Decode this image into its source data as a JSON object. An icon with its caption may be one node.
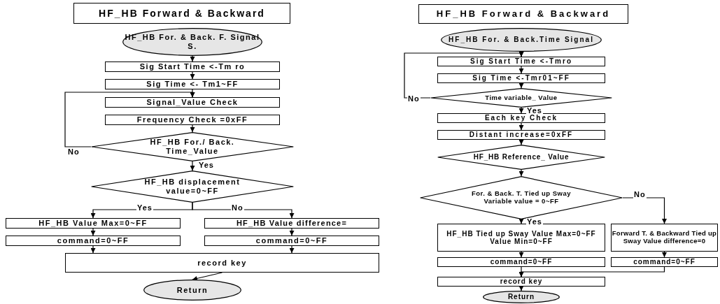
{
  "diagram": {
    "nodes": [
      {
        "text": [
          "HF_HB Forward & Backward"
        ]
      },
      {
        "text": [
          "HF_HB For. & Back. F. Signal S."
        ]
      },
      {
        "text": [
          "Sig Start Time <-Tm ro"
        ]
      },
      {
        "text": [
          "Sig Time <- Tm1~FF"
        ]
      },
      {
        "text": [
          "Signal_Value Check"
        ]
      },
      {
        "text": [
          "Frequency Check =0xFF"
        ]
      },
      {
        "text": [
          "HF_HB For./ Back. Time_Value"
        ]
      },
      {
        "text": [
          "HF_HB displacement value=0~FF"
        ]
      },
      {
        "text": [
          "HF_HB Value Max=0~FF"
        ]
      },
      {
        "text": [
          "HF_HB Value difference="
        ]
      },
      {
        "text": [
          "command=0~FF"
        ]
      },
      {
        "text": [
          "command=0~FF"
        ]
      },
      {
        "text": [
          "record key"
        ]
      },
      {
        "text": [
          "Return"
        ]
      },
      {
        "text": [
          "HF_HB Forward & Backward"
        ]
      },
      {
        "text": [
          "HF_HB For. & Back.Time Signal"
        ]
      },
      {
        "text": [
          "Sig Start Time <-Tmro"
        ]
      },
      {
        "text": [
          "Sig Time <-Tmr01~FF"
        ]
      },
      {
        "text": [
          "Time variable_ Value"
        ]
      },
      {
        "text": [
          "Each key Check"
        ]
      },
      {
        "text": [
          "Distant increase=0xFF"
        ]
      },
      {
        "text": [
          "HF_HB Reference_ Value"
        ]
      },
      {
        "text": [
          "For. & Back. T. Tied up Sway Variable value = 0~FF"
        ]
      },
      {
        "text": [
          "HF_HB Tied up Sway Value Max=0~FF Value Min=0~FF"
        ]
      },
      {
        "text": [
          "Forward T. & Backward Tied up Sway Value difference=0"
        ]
      },
      {
        "text": [
          "command=0~FF"
        ]
      },
      {
        "text": [
          "command=0~FF"
        ]
      },
      {
        "text": [
          "record key"
        ]
      },
      {
        "text": [
          "Return"
        ]
      }
    ],
    "edges": [
      {
        "from": 1,
        "to": 2,
        "arrow": "to"
      },
      {
        "from": 2,
        "to": 3,
        "arrow": "to"
      },
      {
        "from": 3,
        "to": 4,
        "arrow": "to"
      },
      {
        "from": 5,
        "to": 6,
        "arrow": "to"
      },
      {
        "from": 6,
        "to": 4,
        "arrow": "to",
        "label": "No"
      },
      {
        "from": 6,
        "to": 7,
        "arrow": "to",
        "label": "Yes"
      },
      {
        "from": 7,
        "to": 8,
        "arrow": "to",
        "label": "Yes"
      },
      {
        "from": 7,
        "to": 9,
        "arrow": "to",
        "label": "No"
      },
      {
        "from": 8,
        "to": 10,
        "arrow": "to"
      },
      {
        "from": 9,
        "to": 11,
        "arrow": "to"
      },
      {
        "from": 10,
        "to": 12,
        "arrow": "to"
      },
      {
        "from": 11,
        "to": 12,
        "arrow": "to"
      },
      {
        "from": 12,
        "to": 13,
        "arrow": "to"
      },
      {
        "from": 15,
        "to": 16,
        "arrow": "to"
      },
      {
        "from": 16,
        "to": 17,
        "arrow": "to"
      },
      {
        "from": 17,
        "to": 18,
        "arrow": "to"
      },
      {
        "from": 18,
        "to": 16,
        "arrow": "to",
        "label": "No"
      },
      {
        "from": 18,
        "to": 19,
        "arrow": "to",
        "label": "Yes"
      },
      {
        "from": 19,
        "to": 20,
        "arrow": "to"
      },
      {
        "from": 20,
        "to": 21,
        "arrow": "to"
      },
      {
        "from": 21,
        "to": 22,
        "arrow": "to"
      },
      {
        "from": 22,
        "to": 23,
        "arrow": "to",
        "label": "Yes"
      },
      {
        "from": 22,
        "to": 24,
        "arrow": "to",
        "label": "No"
      },
      {
        "from": 23,
        "to": 25,
        "arrow": "to"
      },
      {
        "from": 24,
        "to": 26,
        "arrow": "to"
      },
      {
        "from": 25,
        "to": 27,
        "arrow": "to"
      },
      {
        "from": 26,
        "to": 27,
        "arrow": "to"
      },
      {
        "from": 27,
        "to": 28,
        "arrow": "to"
      }
    ]
  }
}
